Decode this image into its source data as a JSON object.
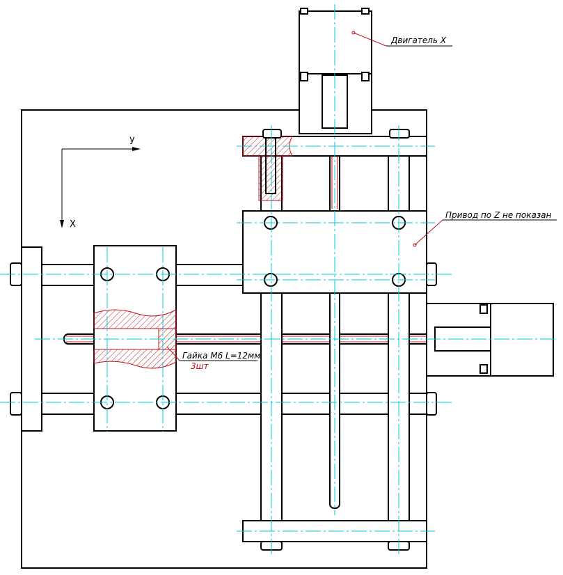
{
  "labels": {
    "motor_x": "Двигатель Х",
    "z_drive_note": "Привод по Z не показан",
    "nut_spec": "Гайка М6 L=12мм",
    "nut_qty": "3шт"
  },
  "axes": {
    "y_label": "y",
    "x_label": "X"
  },
  "colors": {
    "outline": "#000000",
    "centerline": "#00c8d8",
    "section": "#c0101a",
    "background": "#ffffff"
  }
}
